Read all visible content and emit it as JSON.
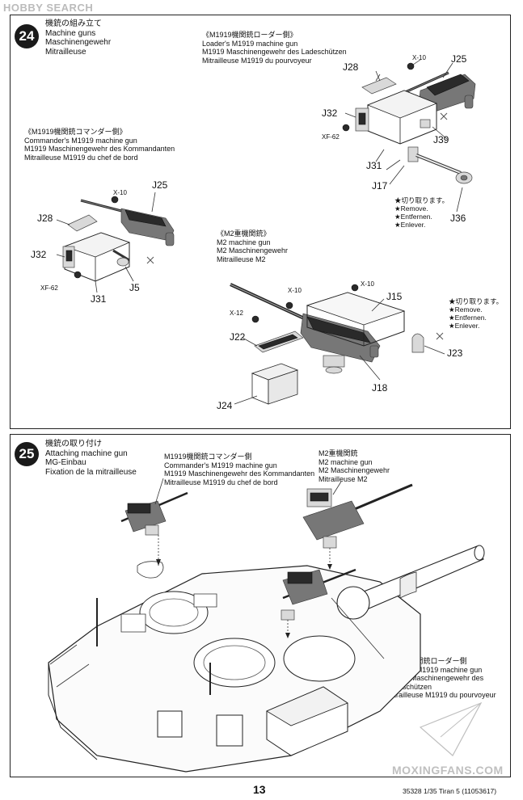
{
  "watermark_top": "HOBBY SEARCH",
  "watermark_bottom": "MOXINGFANS.COM",
  "step24": {
    "number": "24",
    "title_jp": "機銃の組み立て",
    "title_en": "Machine guns",
    "title_de": "Maschinengewehr",
    "title_fr": "Mitrailleuse",
    "loader": {
      "jp": "《M1919機関銃ローダー側》",
      "en": "Loader's M1919 machine gun",
      "de": "M1919 Maschinengewehr des Ladeschützen",
      "fr": "Mitrailleuse M1919 du pourvoyeur"
    },
    "commander": {
      "jp": "《M1919機関銃コマンダー側》",
      "en": "Commander's M1919 machine gun",
      "de": "M1919 Maschinengewehr des Kommandanten",
      "fr": "Mitrailleuse M1919 du chef de bord"
    },
    "m2": {
      "jp": "《M2重機関銃》",
      "en": "M2 machine gun",
      "de": "M2 Maschinengewehr",
      "fr": "Mitrailleuse M2"
    },
    "remove_loader": [
      "★切り取ります。",
      "★Remove.",
      "★Entfernen.",
      "★Enlever."
    ],
    "remove_m2": [
      "★切り取ります。",
      "★Remove.",
      "★Entfernen.",
      "★Enlever."
    ],
    "parts": {
      "loader": [
        "J28",
        "J25",
        "J32",
        "J39",
        "J31",
        "J17",
        "J36"
      ],
      "commander": [
        "J25",
        "J28",
        "J32",
        "J5",
        "J31"
      ],
      "m2": [
        "J15",
        "J22",
        "J23",
        "J18",
        "J24"
      ]
    },
    "paints": {
      "loader_gun": "X-10",
      "loader_mount": "XF-62",
      "commander_gun": "X-10",
      "commander_mount": "XF-62",
      "m2_gun": "X-10",
      "m2_cradle": "X-10",
      "m2_ammo": "X-12"
    }
  },
  "step25": {
    "number": "25",
    "title_jp": "機銃の取り付け",
    "title_en": "Attaching machine gun",
    "title_de": "MG-Einbau",
    "title_fr": "Fixation de la mitrailleuse",
    "commander": {
      "jp": "M1919機関銃コマンダー側",
      "en": "Commander's M1919 machine gun",
      "de": "M1919 Maschinengewehr des Kommandanten",
      "fr": "Mitrailleuse M1919 du chef de bord"
    },
    "m2": {
      "jp": "M2重機関銃",
      "en": "M2 machine gun",
      "de": "M2 Maschinengewehr",
      "fr": "Mitrailleuse M2"
    },
    "loader": {
      "jp": "M1919機関銃ローダー側",
      "en": "Loader's M1919 machine gun",
      "de1": "M1919 Maschinengewehr des",
      "de2": "Ladeschützen",
      "fr": "Mitrailleuse M1919 du pourvoyeur"
    }
  },
  "footer": {
    "page_number": "13",
    "kit_info": "35328  1/35 Tiran 5 (11053617)"
  }
}
